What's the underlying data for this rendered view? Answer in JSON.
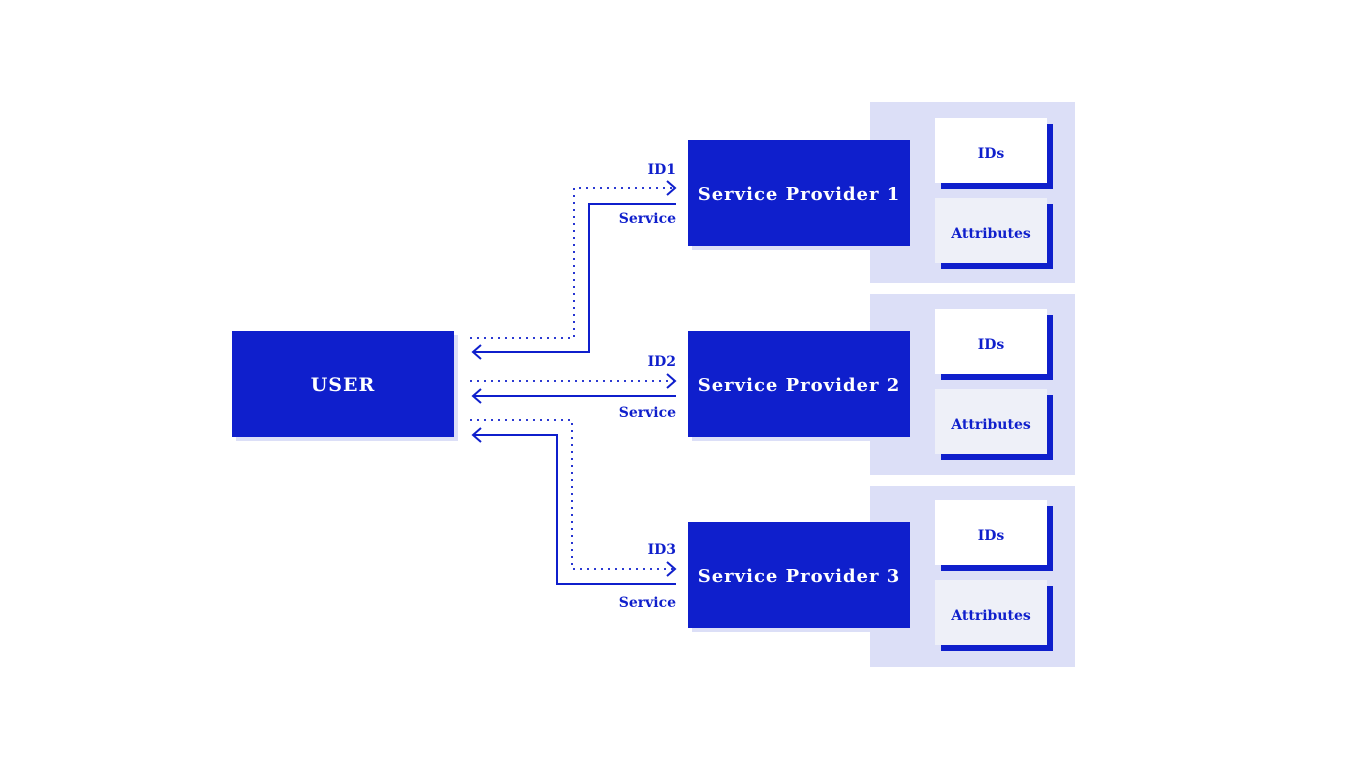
{
  "colors": {
    "primary": "#0f1fcc",
    "panel": "#dcdff7",
    "shadow": "#dcdff7",
    "white": "#ffffff",
    "attr_bg": "#eef0f8"
  },
  "user": {
    "label": "USER"
  },
  "providers": [
    {
      "label": "Service Provider 1",
      "id_edge": "ID1",
      "service_edge": "Service",
      "ids_label": "IDs",
      "attributes_label": "Attributes"
    },
    {
      "label": "Service Provider 2",
      "id_edge": "ID2",
      "service_edge": "Service",
      "ids_label": "IDs",
      "attributes_label": "Attributes"
    },
    {
      "label": "Service Provider 3",
      "id_edge": "ID3",
      "service_edge": "Service",
      "ids_label": "IDs",
      "attributes_label": "Attributes"
    }
  ]
}
